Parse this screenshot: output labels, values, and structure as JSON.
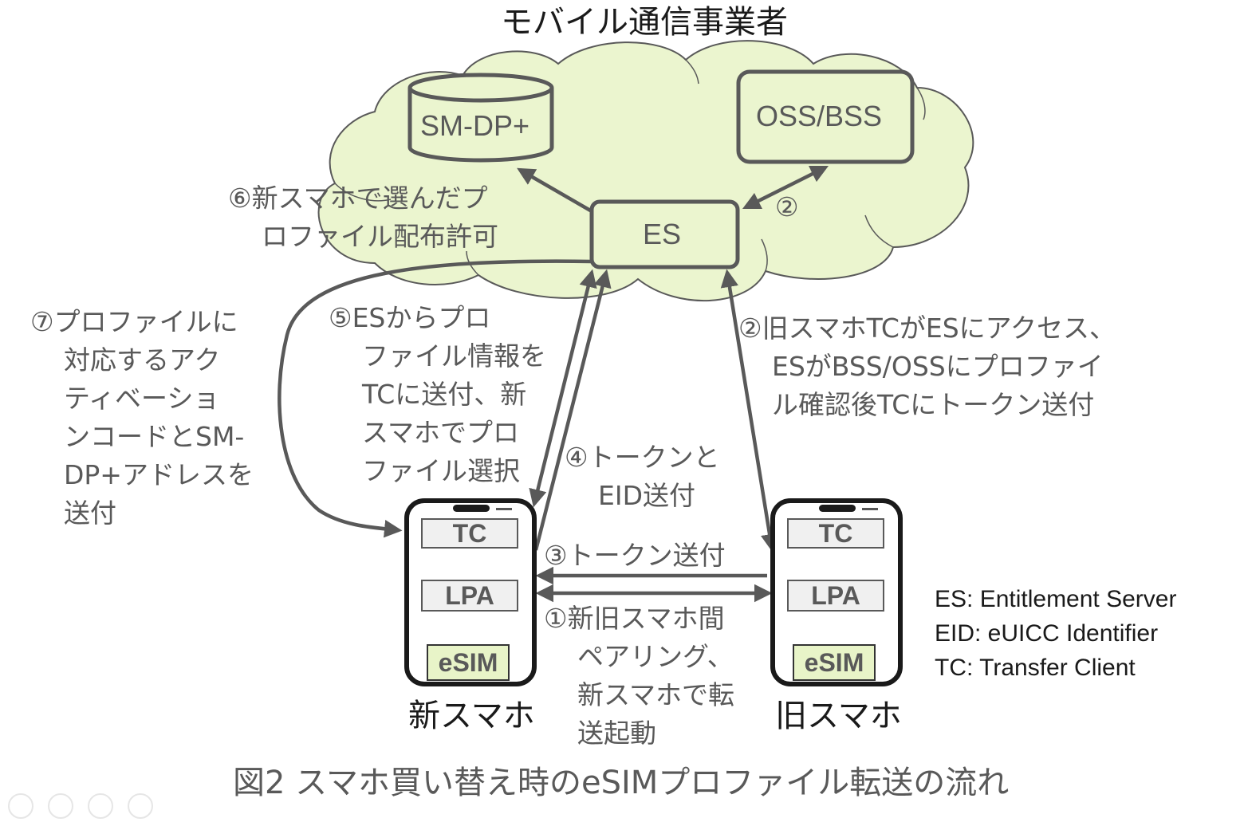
{
  "header": {
    "title": "モバイル通信事業者"
  },
  "nodes": {
    "smdp": "SM-DP+",
    "ossbss": "OSS/BSS",
    "es": "ES"
  },
  "phones": {
    "new": {
      "label": "新スマホ",
      "components": [
        "TC",
        "LPA",
        "eSIM"
      ]
    },
    "old": {
      "label": "旧スマホ",
      "components": [
        "TC",
        "LPA",
        "eSIM"
      ]
    }
  },
  "steps": {
    "s1": [
      "①新旧スマホ間",
      "ペアリング、",
      "新スマホで転",
      "送起動"
    ],
    "s2_short": "②",
    "s2": [
      "②旧スマホTCがESにアクセス、",
      "ESがBSS/OSSにプロファイ",
      "ル確認後TCにトークン送付"
    ],
    "s3": "③トークン送付",
    "s4": [
      "④トークンと",
      "EID送付"
    ],
    "s5": [
      "⑤ESからプロ",
      "ファイル情報を",
      "TCに送付、新",
      "スマホでプロ",
      "ファイル選択"
    ],
    "s6": [
      "⑥新スマホで選んだプ",
      "ロファイル配布許可"
    ],
    "s7": [
      "⑦プロファイルに",
      "対応するアク",
      "ティベーショ",
      "ンコードとSM-",
      "DP+アドレスを",
      "送付"
    ]
  },
  "legend": [
    "ES: Entitlement Server",
    "EID: eUICC Identifier",
    "TC: Transfer Client"
  ],
  "caption": "図2  スマホ買い替え時のeSIMプロファイル転送の流れ",
  "colors": {
    "cloud_fill": "#ebf5cf",
    "stroke": "#595959",
    "esim_fill": "#e8f4c8"
  }
}
